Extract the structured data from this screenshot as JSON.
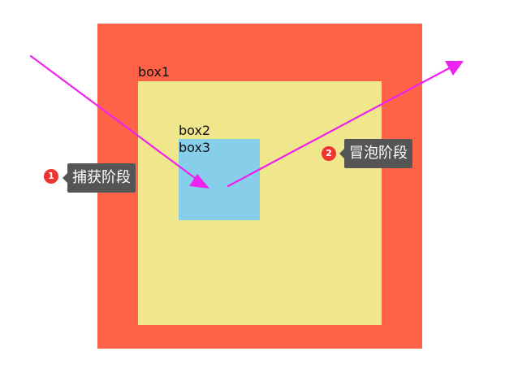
{
  "colors": {
    "box1": "#ff6347",
    "box2": "#f0e68c",
    "box3": "#87ceeb",
    "arrow": "#ee22ee",
    "badge": "#ee3333",
    "label_bg": "#555555"
  },
  "boxes": {
    "box1_label": "box1",
    "box2_label": "box2",
    "box3_label": "box3"
  },
  "steps": [
    {
      "number": "1",
      "label": "捕获阶段"
    },
    {
      "number": "2",
      "label": "冒泡阶段"
    }
  ]
}
